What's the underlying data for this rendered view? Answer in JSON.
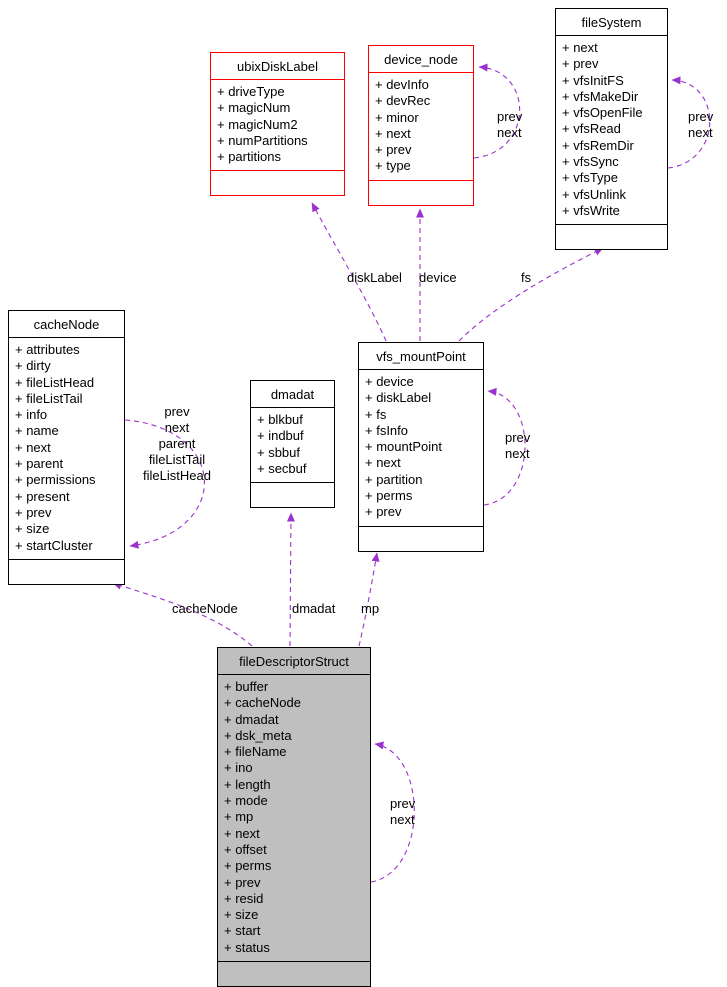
{
  "colors": {
    "edge": "#9a32cd",
    "node_border": "#000000",
    "highlight_border": "#ff0000",
    "focus_fill": "#bfbfbf",
    "background": "#ffffff"
  },
  "classes": {
    "ubixDiskLabel": {
      "name": "ubixDiskLabel",
      "fields": [
        "+ driveType",
        "+ magicNum",
        "+ magicNum2",
        "+ numPartitions",
        "+ partitions"
      ]
    },
    "device_node": {
      "name": "device_node",
      "fields": [
        "+ devInfo",
        "+ devRec",
        "+ minor",
        "+ next",
        "+ prev",
        "+ type"
      ]
    },
    "fileSystem": {
      "name": "fileSystem",
      "fields": [
        "+ next",
        "+ prev",
        "+ vfsInitFS",
        "+ vfsMakeDir",
        "+ vfsOpenFile",
        "+ vfsRead",
        "+ vfsRemDir",
        "+ vfsSync",
        "+ vfsType",
        "+ vfsUnlink",
        "+ vfsWrite"
      ]
    },
    "cacheNode": {
      "name": "cacheNode",
      "fields": [
        "+ attributes",
        "+ dirty",
        "+ fileListHead",
        "+ fileListTail",
        "+ info",
        "+ name",
        "+ next",
        "+ parent",
        "+ permissions",
        "+ present",
        "+ prev",
        "+ size",
        "+ startCluster"
      ]
    },
    "dmadat": {
      "name": "dmadat",
      "fields": [
        "+ blkbuf",
        "+ indbuf",
        "+ sbbuf",
        "+ secbuf"
      ]
    },
    "vfs_mountPoint": {
      "name": "vfs_mountPoint",
      "fields": [
        "+ device",
        "+ diskLabel",
        "+ fs",
        "+ fsInfo",
        "+ mountPoint",
        "+ next",
        "+ partition",
        "+ perms",
        "+ prev"
      ]
    },
    "fileDescriptorStruct": {
      "name": "fileDescriptorStruct",
      "fields": [
        "+ buffer",
        "+ cacheNode",
        "+ dmadat",
        "+ dsk_meta",
        "+ fileName",
        "+ ino",
        "+ length",
        "+ mode",
        "+ mp",
        "+ next",
        "+ offset",
        "+ perms",
        "+ prev",
        "+ resid",
        "+ size",
        "+ start",
        "+ status"
      ]
    }
  },
  "edges": {
    "diskLabel": {
      "label": "diskLabel"
    },
    "device": {
      "label": "device"
    },
    "fs": {
      "label": "fs"
    },
    "device_node_self": {
      "labels": [
        "prev",
        "next"
      ]
    },
    "fileSystem_self": {
      "labels": [
        "prev",
        "next"
      ]
    },
    "cacheNode_self": {
      "labels": [
        "prev",
        "next",
        "parent",
        "fileListTail",
        "fileListHead"
      ]
    },
    "vfs_self": {
      "labels": [
        "prev",
        "next"
      ]
    },
    "fd_cacheNode": {
      "label": "cacheNode"
    },
    "fd_dmadat": {
      "label": "dmadat"
    },
    "fd_mp": {
      "label": "mp"
    }
  }
}
